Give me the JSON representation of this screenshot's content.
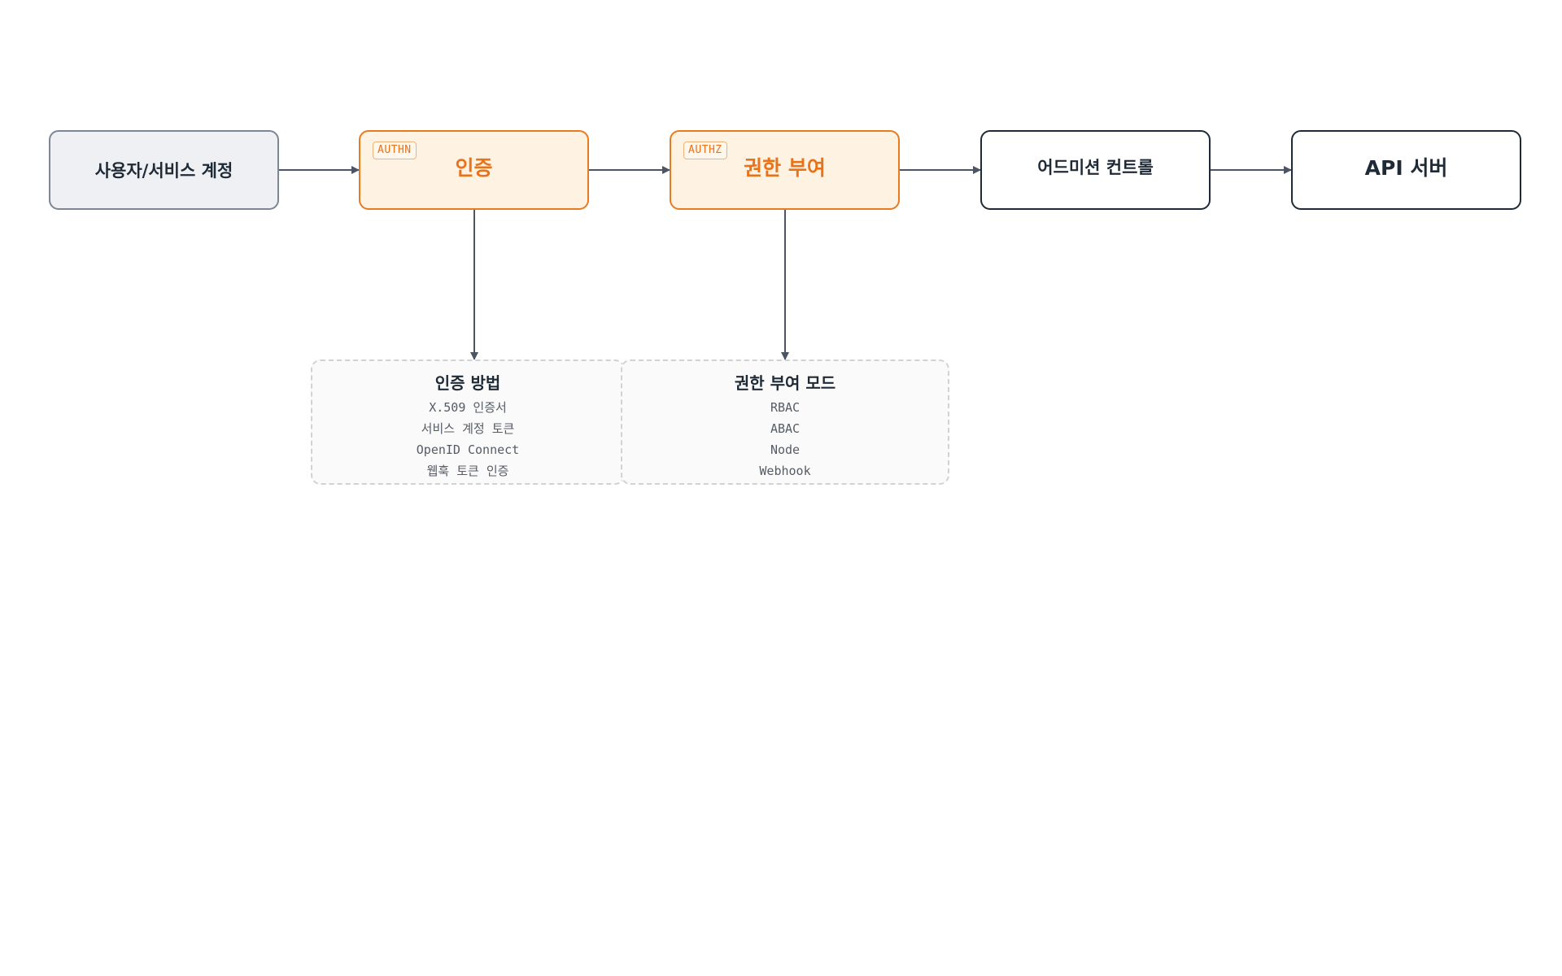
{
  "nodes": {
    "client": {
      "label": "사용자/서비스 계정"
    },
    "authn": {
      "label": "인증",
      "tag": "AUTHN"
    },
    "authz": {
      "label": "권한 부여",
      "tag": "AUTHZ"
    },
    "admission": {
      "label": "어드미션 컨트롤"
    },
    "api": {
      "label": "API 서버"
    }
  },
  "panels": {
    "authn": {
      "title": "인증 방법",
      "items": [
        "X.509 인증서",
        "서비스 계정 토큰",
        "OpenID Connect",
        "웹훅 토큰 인증"
      ]
    },
    "authz": {
      "title": "권한 부여 모드",
      "items": [
        "RBAC",
        "ABAC",
        "Node",
        "Webhook"
      ]
    }
  },
  "colors": {
    "accent": "#ea7a1e",
    "accent_fill": "#fef3e2",
    "client_fill": "#eef0f3",
    "dark": "#1f2a37",
    "arrow": "#4b5563",
    "dashed_border": "#cfd3d8"
  }
}
